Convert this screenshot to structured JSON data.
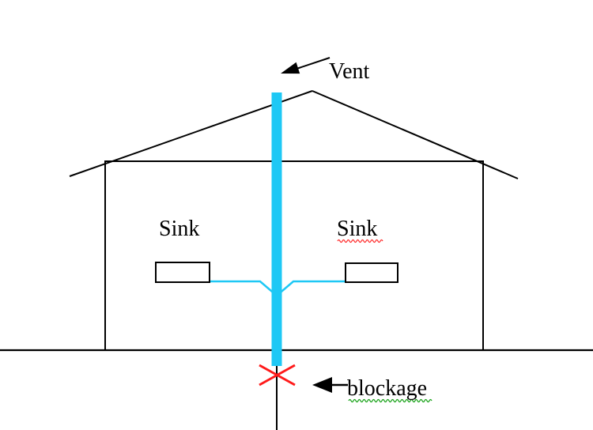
{
  "diagram": {
    "labels": {
      "vent": "Vent",
      "sink_left": "Sink",
      "sink_right": "Sink",
      "blockage": "blockage"
    },
    "colors": {
      "pipe": "#1EC8F5",
      "blockage_x": "#FF1A1A",
      "outline": "#000000",
      "spell_underline": "#FF2A2A",
      "grammar_underline": "#12A012",
      "page_bg": "#FFFFFF"
    }
  }
}
